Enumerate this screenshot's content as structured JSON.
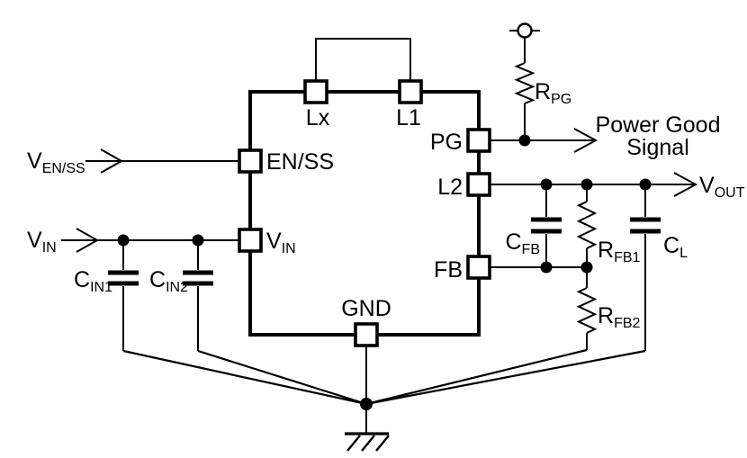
{
  "colors": {
    "ink": "#000000",
    "background": "#ffffff"
  },
  "ic": {
    "pin_labels": {
      "lx": "Lx",
      "l1": "L1",
      "en_ss": "EN/SS",
      "vin": {
        "main": "V",
        "sub": "IN"
      },
      "pg": "PG",
      "l2": "L2",
      "fb": "FB",
      "gnd": "GND"
    }
  },
  "signals": {
    "ven_ss": {
      "main": "V",
      "sub": "EN/SS"
    },
    "vin": {
      "main": "V",
      "sub": "IN"
    },
    "vout": {
      "main": "V",
      "sub": "OUT"
    },
    "power_good": {
      "line1": "Power Good",
      "line2": "Signal"
    }
  },
  "components": {
    "r_pg": {
      "main": "R",
      "sub": "PG"
    },
    "c_in1": {
      "main": "C",
      "sub": "IN1"
    },
    "c_in2": {
      "main": "C",
      "sub": "IN2"
    },
    "c_fb": {
      "main": "C",
      "sub": "FB"
    },
    "r_fb1": {
      "main": "R",
      "sub": "FB1"
    },
    "r_fb2": {
      "main": "R",
      "sub": "FB2"
    },
    "c_l": {
      "main": "C",
      "sub": "L"
    }
  }
}
